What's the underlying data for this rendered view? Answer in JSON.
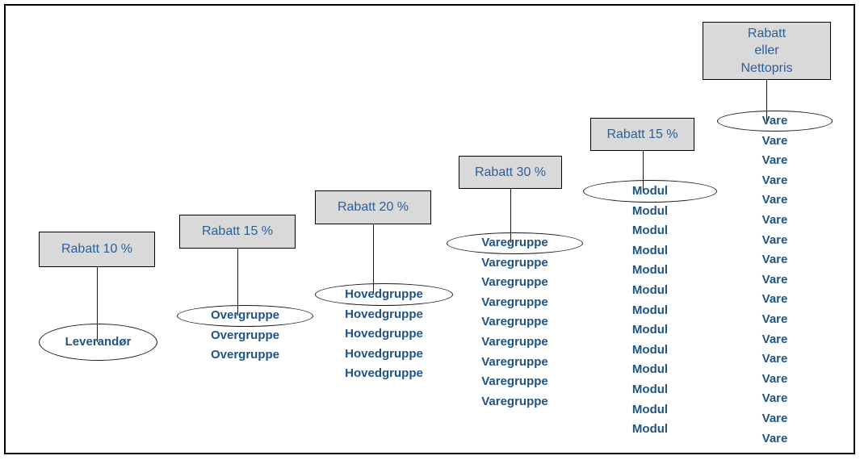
{
  "diagram": {
    "title": "Rabattstruktur hierarki",
    "colors": {
      "box_fill": "#d9d9d9",
      "box_border": "#000000",
      "box_text": "#2e6096",
      "entity_text": "#1f5382",
      "line": "#1a1a1a",
      "frame_border": "#000000",
      "background": "#ffffff"
    },
    "columns": [
      {
        "id": "leverandor",
        "discount_label": "Rabatt 10 %",
        "entity_label": "Leverandør",
        "entity_count": 1,
        "entities": [
          "Leverandør"
        ]
      },
      {
        "id": "overgruppe",
        "discount_label": "Rabatt 15 %",
        "entity_label": "Overgruppe",
        "entity_count": 3,
        "entities": [
          "Overgruppe",
          "Overgruppe",
          "Overgruppe"
        ]
      },
      {
        "id": "hovedgruppe",
        "discount_label": "Rabatt 20 %",
        "entity_label": "Hovedgruppe",
        "entity_count": 5,
        "entities": [
          "Hovedgruppe",
          "Hovedgruppe",
          "Hovedgruppe",
          "Hovedgruppe",
          "Hovedgruppe"
        ]
      },
      {
        "id": "varegruppe",
        "discount_label": "Rabatt 30 %",
        "entity_label": "Varegruppe",
        "entity_count": 9,
        "entities": [
          "Varegruppe",
          "Varegruppe",
          "Varegruppe",
          "Varegruppe",
          "Varegruppe",
          "Varegruppe",
          "Varegruppe",
          "Varegruppe",
          "Varegruppe"
        ]
      },
      {
        "id": "modul",
        "discount_label": "Rabatt 15 %",
        "entity_label": "Modul",
        "entity_count": 13,
        "entities": [
          "Modul",
          "Modul",
          "Modul",
          "Modul",
          "Modul",
          "Modul",
          "Modul",
          "Modul",
          "Modul",
          "Modul",
          "Modul",
          "Modul",
          "Modul"
        ]
      },
      {
        "id": "vare",
        "discount_label": "Rabatt\neller\nNettopris",
        "entity_label": "Vare",
        "entity_count": 17,
        "entities": [
          "Vare",
          "Vare",
          "Vare",
          "Vare",
          "Vare",
          "Vare",
          "Vare",
          "Vare",
          "Vare",
          "Vare",
          "Vare",
          "Vare",
          "Vare",
          "Vare",
          "Vare",
          "Vare",
          "Vare"
        ]
      }
    ]
  }
}
